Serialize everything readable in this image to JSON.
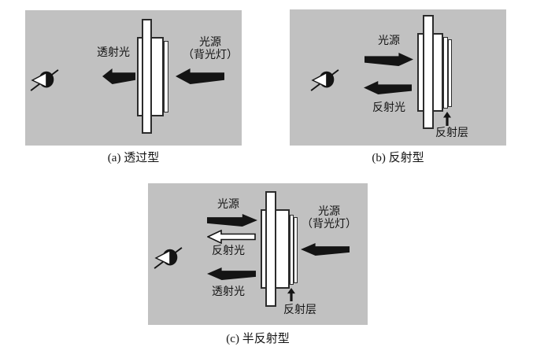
{
  "panels": {
    "a": {
      "caption": "(a) 透过型",
      "transmitted_label": "透射光",
      "backlight_label_line1": "光源",
      "backlight_label_line2": "（背光灯）"
    },
    "b": {
      "caption": "(b) 反射型",
      "source_label": "光源",
      "reflected_label": "反射光",
      "reflective_layer_label": "反射层"
    },
    "c": {
      "caption": "(c) 半反射型",
      "source_label": "光源",
      "reflected_label": "反射光",
      "transmitted_label": "透射光",
      "backlight_label_line1": "光源",
      "backlight_label_line2": "（背光灯）",
      "reflective_layer_label": "反射层"
    }
  },
  "icons": {
    "eye": "eye-side-view-icon"
  },
  "colors": {
    "panel_bg": "#c1c1c1",
    "arrow_black": "#141414",
    "layer_fill": "#ffffff",
    "layer_border": "#2b2b2b"
  }
}
